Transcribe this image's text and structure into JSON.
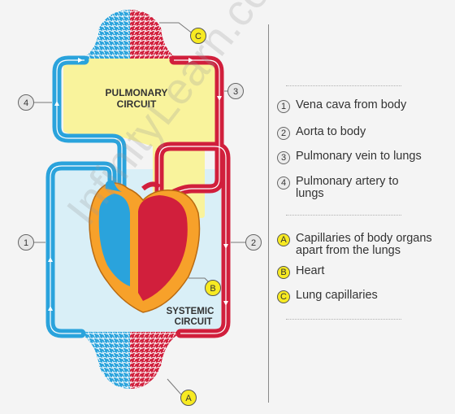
{
  "diagram": {
    "pulmonary_label_1": "PULMONARY",
    "pulmonary_label_2": "CIRCUIT",
    "systemic_label_1": "SYSTEMIC",
    "systemic_label_2": "CIRCUIT",
    "markers": {
      "one": "1",
      "two": "2",
      "three": "3",
      "four": "4",
      "a": "A",
      "b": "B",
      "c": "C"
    }
  },
  "legend": {
    "items": [
      {
        "badge": "1",
        "text": "Vena cava from body"
      },
      {
        "badge": "2",
        "text": "Aorta to body"
      },
      {
        "badge": "3",
        "text": "Pulmonary vein to lungs"
      },
      {
        "badge": "4",
        "text": "Pulmonary artery to lungs"
      },
      {
        "badge": "A",
        "text": "Capillaries of body organs apart from the lungs"
      },
      {
        "badge": "B",
        "text": "Heart"
      },
      {
        "badge": "C",
        "text": "Lung capillaries"
      }
    ]
  },
  "watermark": "InfinityLearn.com",
  "colors": {
    "blue": "#2aa3dc",
    "red": "#d11f3c",
    "yellow": "#f9f39c",
    "light_blue": "#d9eff7",
    "orange": "#f7a12a"
  }
}
